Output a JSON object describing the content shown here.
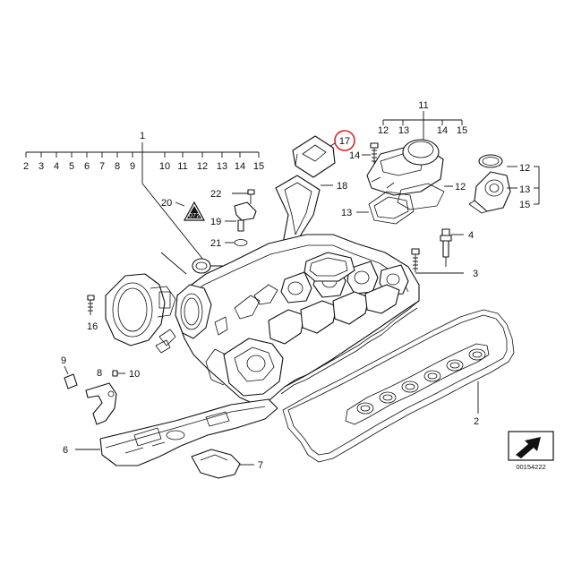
{
  "diagram": {
    "ref_number": "00154222",
    "highlight_color": "#d9252a",
    "callouts": {
      "c1": "1",
      "c2": "2",
      "c3": "3",
      "c4": "4",
      "c5": "5",
      "c6": "6",
      "c7": "7",
      "c8": "8",
      "c9": "9",
      "c10": "10",
      "c11": "11",
      "c12a": "12",
      "c12b": "12",
      "c12c": "12",
      "c13a": "13",
      "c13b": "13",
      "c13c": "13",
      "c14": "14",
      "c15a": "15",
      "c15b": "15",
      "c16": "16",
      "c17": "17",
      "c18": "18",
      "c19": "19",
      "c20": "20",
      "c21": "21",
      "c22": "22"
    },
    "row1": [
      "2",
      "3",
      "4",
      "5",
      "6",
      "7",
      "8",
      "9",
      "10",
      "11",
      "12",
      "13",
      "14",
      "15"
    ],
    "row11": [
      "12",
      "13",
      "14",
      "15"
    ],
    "warning_symbol_text": "072"
  }
}
